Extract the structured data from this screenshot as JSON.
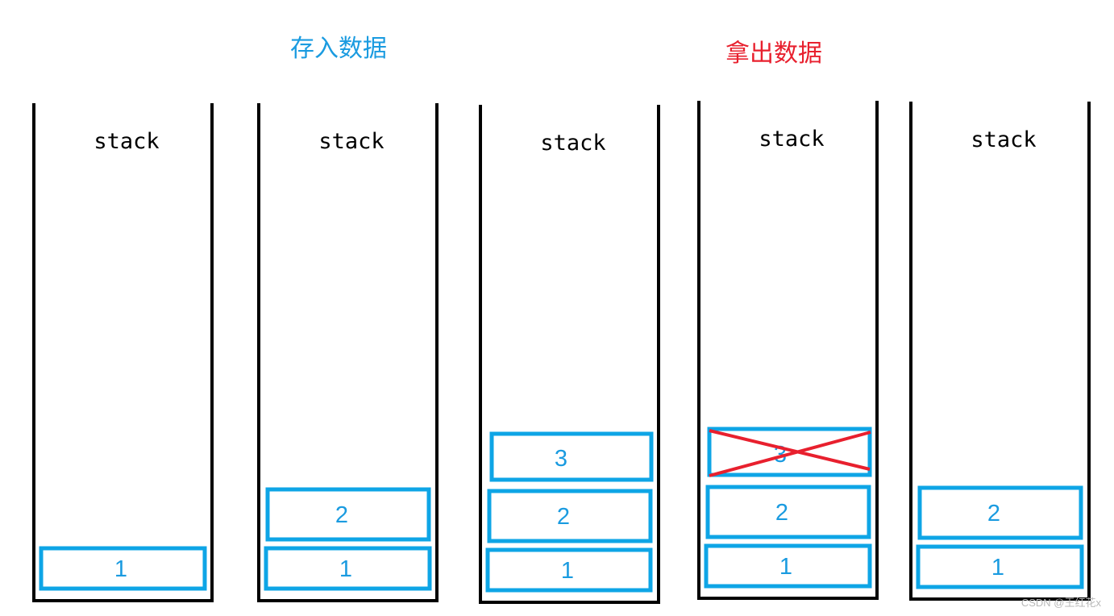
{
  "titles": {
    "push": "存入数据",
    "pop": "拿出数据"
  },
  "colors": {
    "push_title": "#1a9be0",
    "pop_title": "#e8202e",
    "box_stroke": "#0ea5e6",
    "box_text": "#1a9be0",
    "stack_outline": "#000000",
    "cross": "#e8202e"
  },
  "stacks": [
    {
      "label": "stack",
      "items": [
        "1"
      ]
    },
    {
      "label": "stack",
      "items": [
        "1",
        "2"
      ]
    },
    {
      "label": "stack",
      "items": [
        "1",
        "2",
        "3"
      ]
    },
    {
      "label": "stack",
      "items": [
        "1",
        "2",
        "3"
      ],
      "removed_item": "3"
    },
    {
      "label": "stack",
      "items": [
        "1",
        "2"
      ]
    }
  ],
  "watermark": "CSDN @王红花x"
}
